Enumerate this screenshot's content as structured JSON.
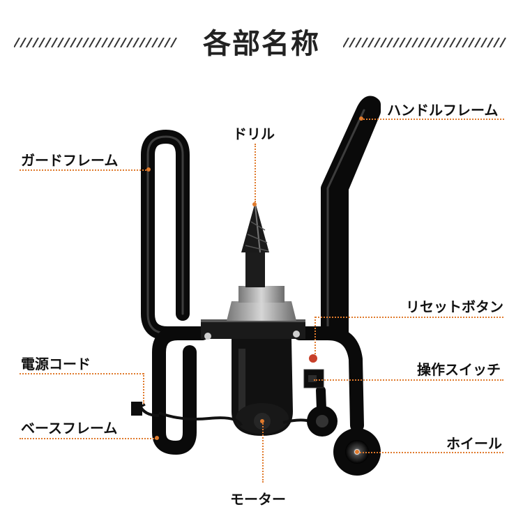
{
  "title": "各部名称",
  "accent_color": "#e07a2c",
  "labels": {
    "drill": "ドリル",
    "handle_frame": "ハンドルフレーム",
    "guard_frame": "ガードフレーム",
    "reset_button": "リセットボタン",
    "power_cord": "電源コード",
    "operation_switch": "操作スイッチ",
    "base_frame": "ベースフレーム",
    "wheel": "ホイール",
    "motor": "モーター"
  }
}
